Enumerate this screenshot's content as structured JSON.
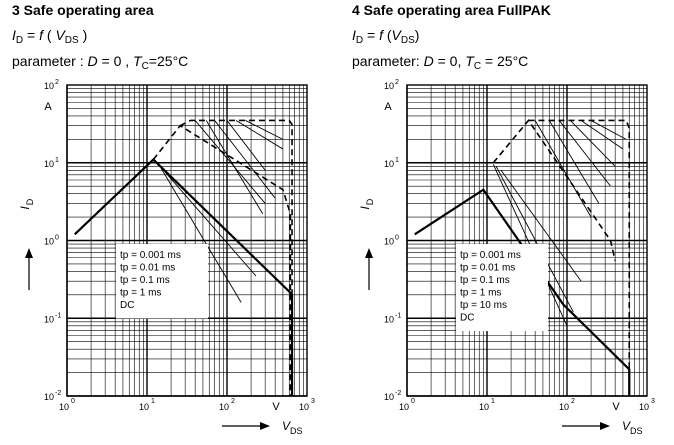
{
  "chart_data": [
    {
      "type": "line",
      "title": "3 Safe operating area",
      "function": {
        "lhs": "I",
        "lhs_sub": "D",
        "eq": " = ",
        "f": "f",
        "open": " ( ",
        "arg": "V",
        "arg_sub": "DS",
        "close": " )"
      },
      "parameter": {
        "prefix": "parameter : ",
        "d": "D",
        "d_val": " = 0 , ",
        "t": "T",
        "t_sub": "C",
        "t_val": "=25°C"
      },
      "xlabel": "V",
      "xlabel_sub": "DS",
      "x_unit": "V",
      "ylabel": "I",
      "ylabel_sub": "D",
      "y_unit": "A",
      "x_scale": "log",
      "y_scale": "log",
      "xlim": [
        1,
        1000
      ],
      "ylim": [
        0.01,
        100
      ],
      "x_ticks": [
        {
          "base": "10",
          "exp": "0"
        },
        {
          "base": "10",
          "exp": "1"
        },
        {
          "base": "10",
          "exp": "2"
        },
        {
          "base": "10",
          "exp": "3"
        }
      ],
      "y_ticks": [
        {
          "base": "10",
          "exp": "-2"
        },
        {
          "base": "10",
          "exp": "-1"
        },
        {
          "base": "10",
          "exp": "0"
        },
        {
          "base": "10",
          "exp": "1"
        },
        {
          "base": "10",
          "exp": "2"
        }
      ],
      "grid": true,
      "legend": [
        "tp = 0.001 ms",
        "tp = 0.01 ms",
        "tp = 0.1 ms",
        "tp = 1 ms",
        "DC"
      ],
      "legend_position": "bottom-center",
      "series": [
        {
          "name": "tp = 0.001 ms",
          "style": "dashed",
          "x": [
            26,
            35,
            600,
            650,
            650
          ],
          "y": [
            30,
            35,
            35,
            31,
            0.01
          ]
        },
        {
          "name": "tp = 0.01 ms",
          "style": "dashed",
          "x": [
            12,
            26,
            500,
            620,
            620
          ],
          "y": [
            11,
            30,
            4.5,
            2.2,
            0.01
          ]
        },
        {
          "name": "tp = 0.1 ms",
          "style": "thin",
          "x": [
            17,
            230
          ],
          "y": [
            7.5,
            0.35
          ]
        },
        {
          "name": "tp = 1 ms",
          "style": "thin",
          "x": [
            15,
            150
          ],
          "y": [
            8.5,
            0.16
          ]
        },
        {
          "name": "DC",
          "style": "thick",
          "x": [
            1.25,
            12,
            600,
            650,
            650
          ],
          "y": [
            1.2,
            11,
            0.22,
            0.2,
            0.01
          ]
        }
      ],
      "extra_lines": [
        {
          "style": "thin",
          "x": [
            40,
            300
          ],
          "y": [
            35,
            3
          ]
        },
        {
          "style": "thin",
          "x": [
            55,
            280
          ],
          "y": [
            35,
            2.2
          ]
        },
        {
          "style": "thin",
          "x": [
            70,
            400
          ],
          "y": [
            35,
            3.5
          ]
        },
        {
          "style": "thin",
          "x": [
            100,
            300
          ],
          "y": [
            35,
            8
          ]
        },
        {
          "style": "thin",
          "x": [
            130,
            500
          ],
          "y": [
            35,
            15
          ]
        },
        {
          "style": "thin",
          "x": [
            170,
            500
          ],
          "y": [
            35,
            20
          ]
        }
      ]
    },
    {
      "type": "line",
      "title": "4 Safe operating area FullPAK",
      "function": {
        "lhs": "I",
        "lhs_sub": "D",
        "eq": " = ",
        "f": "f",
        "open": " (",
        "arg": "V",
        "arg_sub": "DS",
        "close": ")"
      },
      "parameter": {
        "prefix": "parameter: ",
        "d": "D",
        "d_val": " = 0, ",
        "t": "T",
        "t_sub": "C",
        "t_val": " = 25°C"
      },
      "xlabel": "V",
      "xlabel_sub": "DS",
      "x_unit": "V",
      "ylabel": "I",
      "ylabel_sub": "D",
      "y_unit": "A",
      "x_scale": "log",
      "y_scale": "log",
      "xlim": [
        1,
        1000
      ],
      "ylim": [
        0.01,
        100
      ],
      "x_ticks": [
        {
          "base": "10",
          "exp": "0"
        },
        {
          "base": "10",
          "exp": "1"
        },
        {
          "base": "10",
          "exp": "2"
        },
        {
          "base": "10",
          "exp": "3"
        }
      ],
      "y_ticks": [
        {
          "base": "10",
          "exp": "-2"
        },
        {
          "base": "10",
          "exp": "-1"
        },
        {
          "base": "10",
          "exp": "0"
        },
        {
          "base": "10",
          "exp": "1"
        },
        {
          "base": "10",
          "exp": "2"
        }
      ],
      "grid": true,
      "legend": [
        "tp = 0.001 ms",
        "tp = 0.01 ms",
        "tp = 0.1 ms",
        "tp = 1 ms",
        "tp = 10 ms",
        "DC"
      ],
      "legend_position": "bottom-center",
      "series": [
        {
          "name": "tp = 0.001 ms",
          "style": "dashed",
          "x": [
            33,
            550,
            600,
            600
          ],
          "y": [
            35,
            35,
            28,
            0.01
          ]
        },
        {
          "name": "tp = 0.01 ms",
          "style": "dashed",
          "x": [
            12,
            33,
            350,
            400
          ],
          "y": [
            10,
            35,
            1.0,
            0.55
          ]
        },
        {
          "name": "tp = 0.1 ms",
          "style": "thin",
          "x": [
            15,
            150
          ],
          "y": [
            8,
            0.3
          ]
        },
        {
          "name": "tp = 1 ms",
          "style": "thin",
          "x": [
            13,
            120
          ],
          "y": [
            9,
            0.12
          ]
        },
        {
          "name": "tp = 10 ms",
          "style": "thin",
          "x": [
            12,
            100
          ],
          "y": [
            9.5,
            0.08
          ]
        },
        {
          "name": "DC",
          "style": "thick",
          "x": [
            1.25,
            9,
            90,
            600,
            600
          ],
          "y": [
            1.2,
            4.5,
            0.15,
            0.022,
            0.01
          ]
        }
      ],
      "extra_lines": [
        {
          "style": "thin",
          "x": [
            40,
            200
          ],
          "y": [
            35,
            2
          ]
        },
        {
          "style": "thin",
          "x": [
            60,
            250
          ],
          "y": [
            35,
            3
          ]
        },
        {
          "style": "thin",
          "x": [
            80,
            350
          ],
          "y": [
            35,
            5
          ]
        },
        {
          "style": "thin",
          "x": [
            110,
            400
          ],
          "y": [
            35,
            9
          ]
        },
        {
          "style": "thin",
          "x": [
            150,
            500
          ],
          "y": [
            35,
            15
          ]
        },
        {
          "style": "thin",
          "x": [
            200,
            550
          ],
          "y": [
            35,
            20
          ]
        }
      ]
    }
  ]
}
